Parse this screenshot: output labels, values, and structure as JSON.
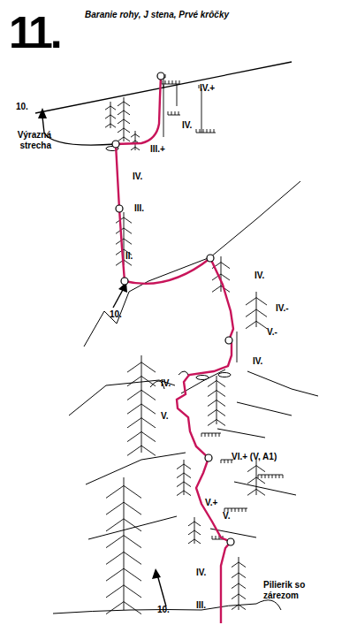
{
  "diagram": {
    "title": "11.",
    "labels": [
      "Baranie rohy, J stena, Prvé krôčky",
      "IV.+",
      "10.",
      "IV.",
      "Výrazná strecha",
      "III.+",
      "IV.",
      "III.",
      "II.",
      "IV.",
      "10.",
      "IV.-",
      "V.-",
      "IV.",
      "IV.",
      "V.",
      "VI.+ (V, A1)",
      "V.+",
      "V.",
      "Pilierik so zárezom",
      "IV.",
      "III.",
      "10."
    ]
  }
}
